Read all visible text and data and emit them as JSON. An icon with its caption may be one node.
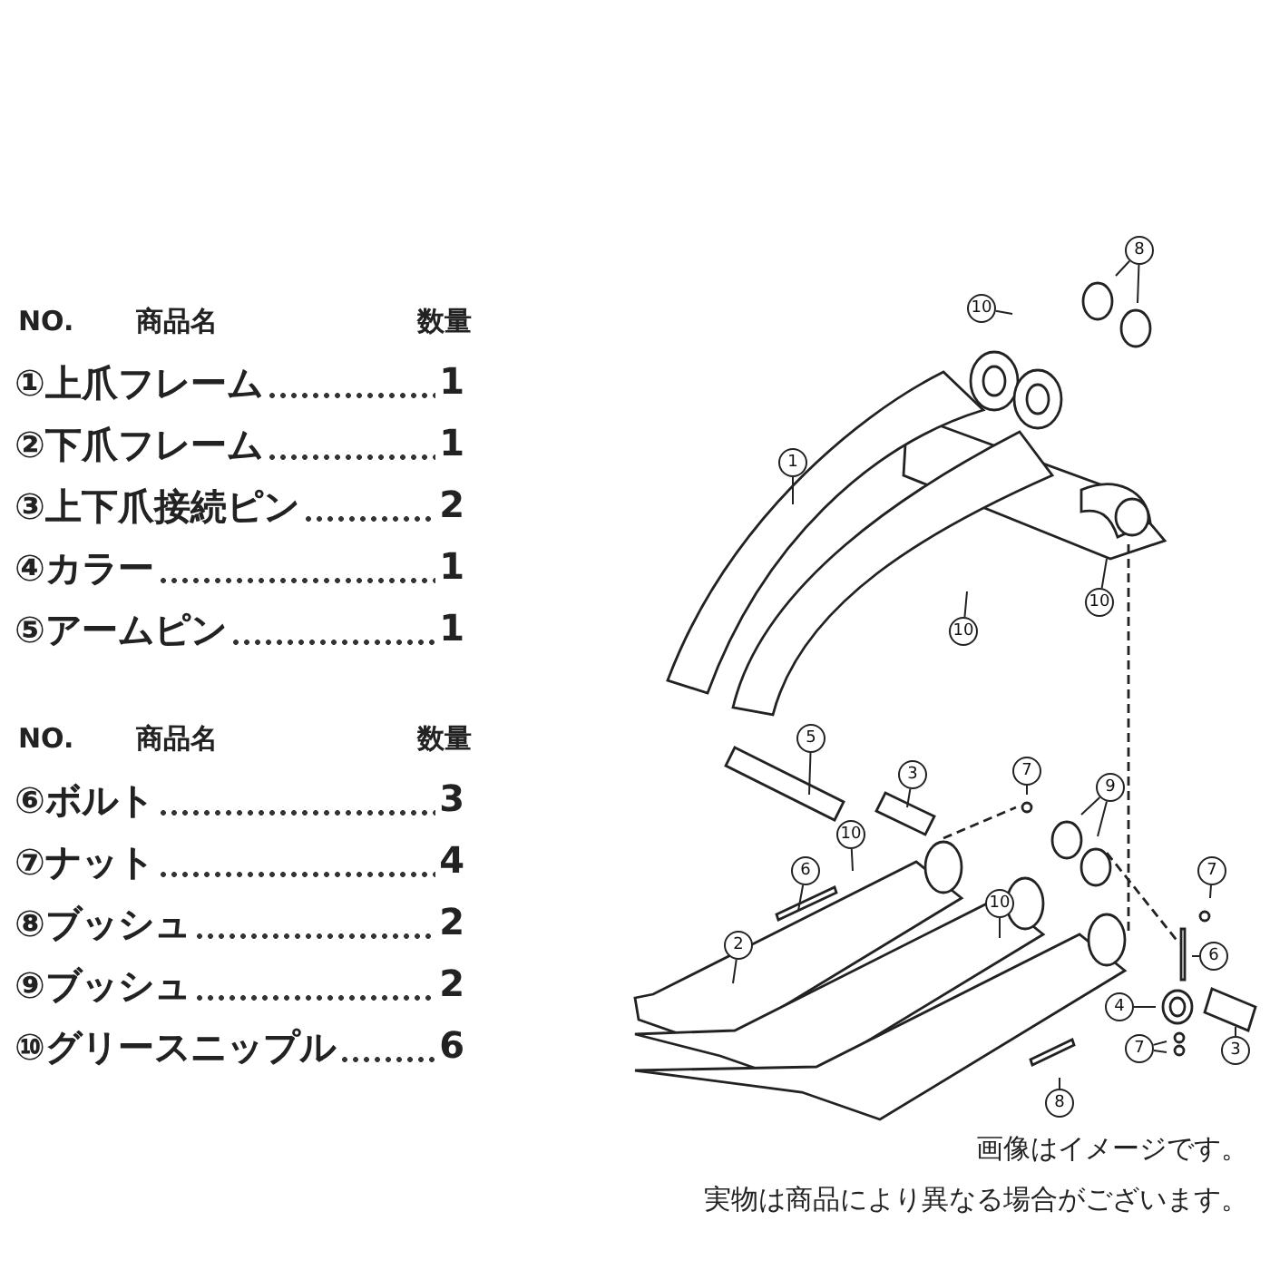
{
  "diagram": {
    "nodes": [
      {
        "text": [
          "8"
        ]
      },
      {
        "text": [
          "10"
        ]
      },
      {
        "text": [
          "1"
        ]
      },
      {
        "text": [
          "10"
        ]
      },
      {
        "text": [
          "10"
        ]
      },
      {
        "text": [
          "5"
        ]
      },
      {
        "text": [
          "3"
        ]
      },
      {
        "text": [
          "7"
        ]
      },
      {
        "text": [
          "9"
        ]
      },
      {
        "text": [
          "10"
        ]
      },
      {
        "text": [
          "6"
        ]
      },
      {
        "text": [
          "10"
        ]
      },
      {
        "text": [
          "7"
        ]
      },
      {
        "text": [
          "6"
        ]
      },
      {
        "text": [
          "2"
        ]
      },
      {
        "text": [
          "4"
        ]
      },
      {
        "text": [
          "7"
        ]
      },
      {
        "text": [
          "3"
        ]
      },
      {
        "text": [
          "8"
        ]
      }
    ],
    "edges": [
      {
        "from": 0,
        "to": null,
        "arrow": "none"
      },
      {
        "from": 0,
        "to": null,
        "arrow": "none"
      },
      {
        "from": 1,
        "to": null,
        "arrow": "none"
      },
      {
        "from": 2,
        "to": null,
        "arrow": "none"
      },
      {
        "from": 3,
        "to": null,
        "arrow": "none"
      },
      {
        "from": 4,
        "to": null,
        "arrow": "none"
      },
      {
        "from": 5,
        "to": null,
        "arrow": "none"
      },
      {
        "from": 6,
        "to": null,
        "arrow": "none"
      },
      {
        "from": 7,
        "to": null,
        "arrow": "none"
      },
      {
        "from": 8,
        "to": null,
        "arrow": "none"
      },
      {
        "from": 8,
        "to": null,
        "arrow": "none"
      },
      {
        "from": 9,
        "to": null,
        "arrow": "none"
      },
      {
        "from": 10,
        "to": null,
        "arrow": "none"
      },
      {
        "from": 11,
        "to": null,
        "arrow": "none"
      },
      {
        "from": 12,
        "to": null,
        "arrow": "none"
      },
      {
        "from": 13,
        "to": null,
        "arrow": "none"
      },
      {
        "from": 14,
        "to": null,
        "arrow": "none"
      },
      {
        "from": 15,
        "to": null,
        "arrow": "none"
      },
      {
        "from": 16,
        "to": null,
        "arrow": "none"
      },
      {
        "from": 16,
        "to": null,
        "arrow": "none"
      },
      {
        "from": 17,
        "to": null,
        "arrow": "none"
      },
      {
        "from": 18,
        "to": null,
        "arrow": "none"
      }
    ],
    "labels": [
      "NO.",
      "商品名",
      "数量",
      "①上爪フレーム",
      "1",
      "②下爪フレーム",
      "1",
      "③上下爪接続ピン",
      "2",
      "④カラー",
      "1",
      "⑤アームピン",
      "1",
      "NO.",
      "商品名",
      "数量",
      "⑥ボルト",
      "3",
      "⑦ナット",
      "4",
      "⑧ブッシュ",
      "2",
      "⑨ブッシュ",
      "2",
      "⑩グリースニップル",
      "6",
      "画像はイメージです。",
      "実物は商品により異なる場合がございます。"
    ]
  }
}
